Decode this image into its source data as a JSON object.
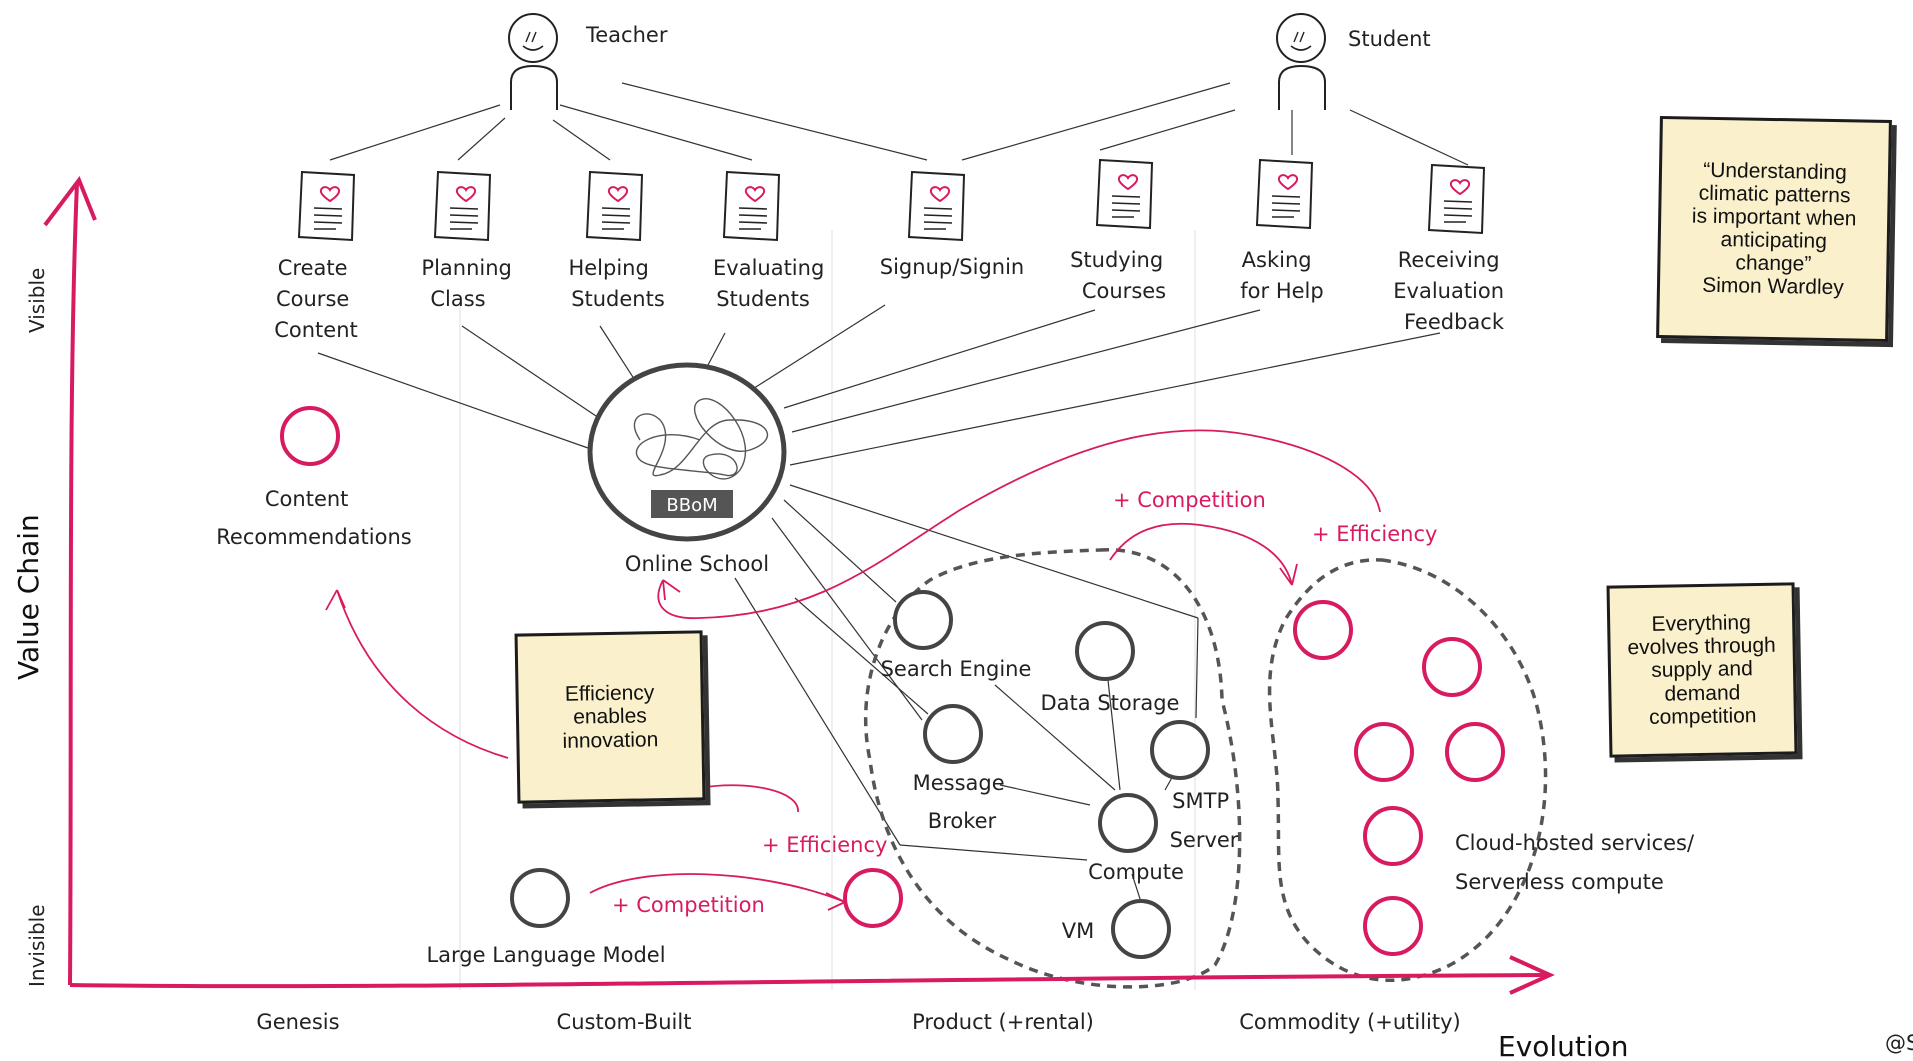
{
  "users": [
    {
      "id": "teacher",
      "label": "Teacher"
    },
    {
      "id": "student",
      "label": "Student"
    }
  ],
  "user_needs": [
    {
      "id": "create",
      "lines": [
        "Create",
        "Course",
        "Content"
      ]
    },
    {
      "id": "planning",
      "lines": [
        "Planning",
        "Class"
      ]
    },
    {
      "id": "helping",
      "lines": [
        "Helping",
        "Students"
      ]
    },
    {
      "id": "evaluating",
      "lines": [
        "Evaluating",
        "Students"
      ]
    },
    {
      "id": "signup",
      "lines": [
        "Signup/Signin"
      ]
    },
    {
      "id": "studying",
      "lines": [
        "Studying",
        "Courses"
      ]
    },
    {
      "id": "asking",
      "lines": [
        "Asking",
        "for Help"
      ]
    },
    {
      "id": "receiving",
      "lines": [
        "Receiving",
        "Evaluation",
        "Feedback"
      ]
    }
  ],
  "components": {
    "online_school": {
      "label": "Online School",
      "badge": "BBoM"
    },
    "content_recommendations": {
      "lines": [
        "Content",
        "Recommendations"
      ]
    },
    "search_engine": {
      "label": "Search Engine"
    },
    "data_storage": {
      "label": "Data Storage"
    },
    "message_broker": {
      "lines": [
        "Message",
        "Broker"
      ]
    },
    "smtp_server": {
      "lines": [
        "SMTP",
        "Server"
      ]
    },
    "compute": {
      "label": "Compute"
    },
    "vm": {
      "label": "VM"
    },
    "llm": {
      "label": "Large Language Model"
    },
    "cloud": {
      "lines": [
        "Cloud-hosted services/",
        "Serverless compute"
      ]
    }
  },
  "annotations": {
    "competition_top": "+ Competition",
    "efficiency_top": "+ Efficiency",
    "efficiency_mid": "+ Efficiency",
    "competition_bottom": "+ Competition"
  },
  "notes": {
    "quote": "“Understanding\nclimatic patterns\nis important when\nanticipating\nchange”\nSimon Wardley",
    "evolves": "Everything\nevolves through\nsupply and\ndemand\ncompetition",
    "efficiency": "Efficiency\nenables\ninnovation"
  },
  "axes": {
    "y_title": "Value Chain",
    "y_top": "Visible",
    "y_bottom": "Invisible",
    "x_title": "Evolution",
    "stages": [
      "Genesis",
      "Custom-Built",
      "Product (+rental)",
      "Commodity (+utility)"
    ]
  },
  "corner_text": "@S",
  "colors": {
    "accent": "#d81b60",
    "note_fill": "#fbf0cc",
    "ink": "#333333"
  }
}
